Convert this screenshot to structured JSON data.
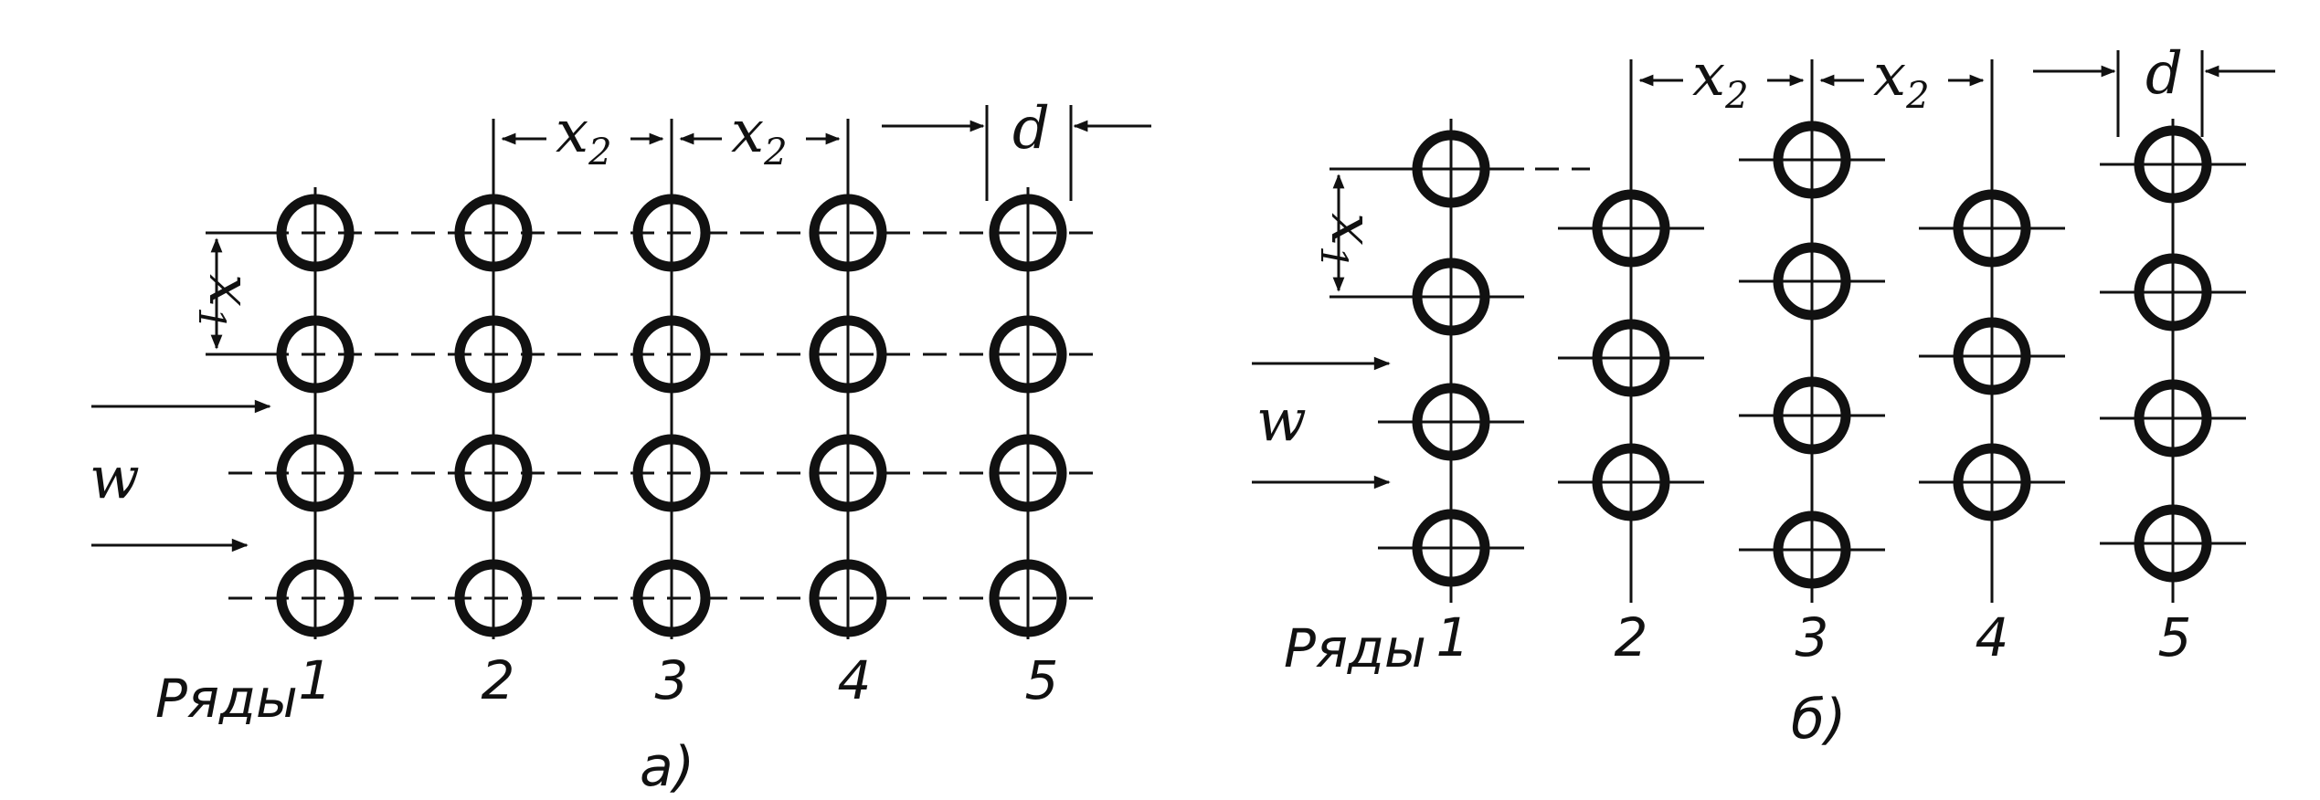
{
  "diagrams": [
    {
      "id": "a",
      "panel_label": "a)",
      "arrangement": "inline",
      "rows_label": "Ряды",
      "row_numbers": [
        "1",
        "2",
        "3",
        "4",
        "5"
      ],
      "flow_label": "w",
      "pitch_transverse_label": "x",
      "pitch_transverse_sub": "1",
      "pitch_longitudinal_label": "x",
      "pitch_longitudinal_sub": "2",
      "diameter_label": "d",
      "tubes_per_row": [
        4,
        4,
        4,
        4,
        4
      ]
    },
    {
      "id": "b",
      "panel_label": "б)",
      "arrangement": "staggered",
      "rows_label": "Ряды",
      "row_numbers": [
        "1",
        "2",
        "3",
        "4",
        "5"
      ],
      "flow_label": "w",
      "pitch_transverse_label": "x",
      "pitch_transverse_sub": "1",
      "pitch_longitudinal_label": "x",
      "pitch_longitudinal_sub": "2",
      "diameter_label": "d",
      "tubes_per_row": [
        4,
        3,
        4,
        3,
        4
      ]
    }
  ]
}
